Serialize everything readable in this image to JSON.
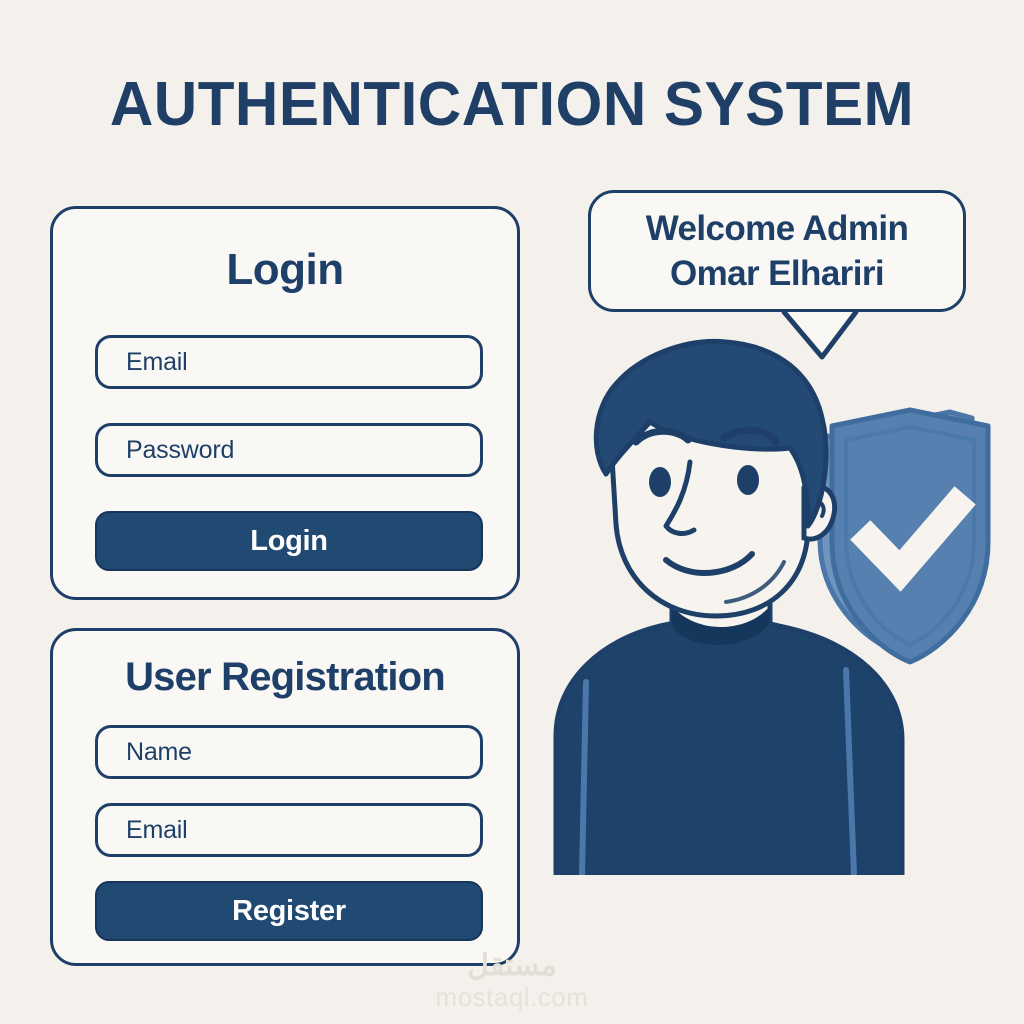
{
  "page": {
    "title": "AUTHENTICATION SYSTEM",
    "background_color": "#F4F1EC",
    "accent_color": "#1E4068",
    "button_color": "#214A73",
    "shield_color": "#5580B0"
  },
  "login_card": {
    "title": "Login",
    "fields": [
      {
        "name": "email",
        "placeholder": "Email"
      },
      {
        "name": "password",
        "placeholder": "Password"
      }
    ],
    "submit_label": "Login"
  },
  "register_card": {
    "title": "User Registration",
    "fields": [
      {
        "name": "name",
        "placeholder": "Name"
      },
      {
        "name": "email",
        "placeholder": "Email"
      }
    ],
    "submit_label": "Register"
  },
  "speech_bubble": {
    "line1": "Welcome Admin",
    "line2": "Omar Elhariri"
  },
  "illustration": {
    "character": "admin-avatar-person",
    "badge": "shield-check-icon"
  },
  "watermark": {
    "arabic": "مستقل",
    "latin": "mostaql.com"
  }
}
